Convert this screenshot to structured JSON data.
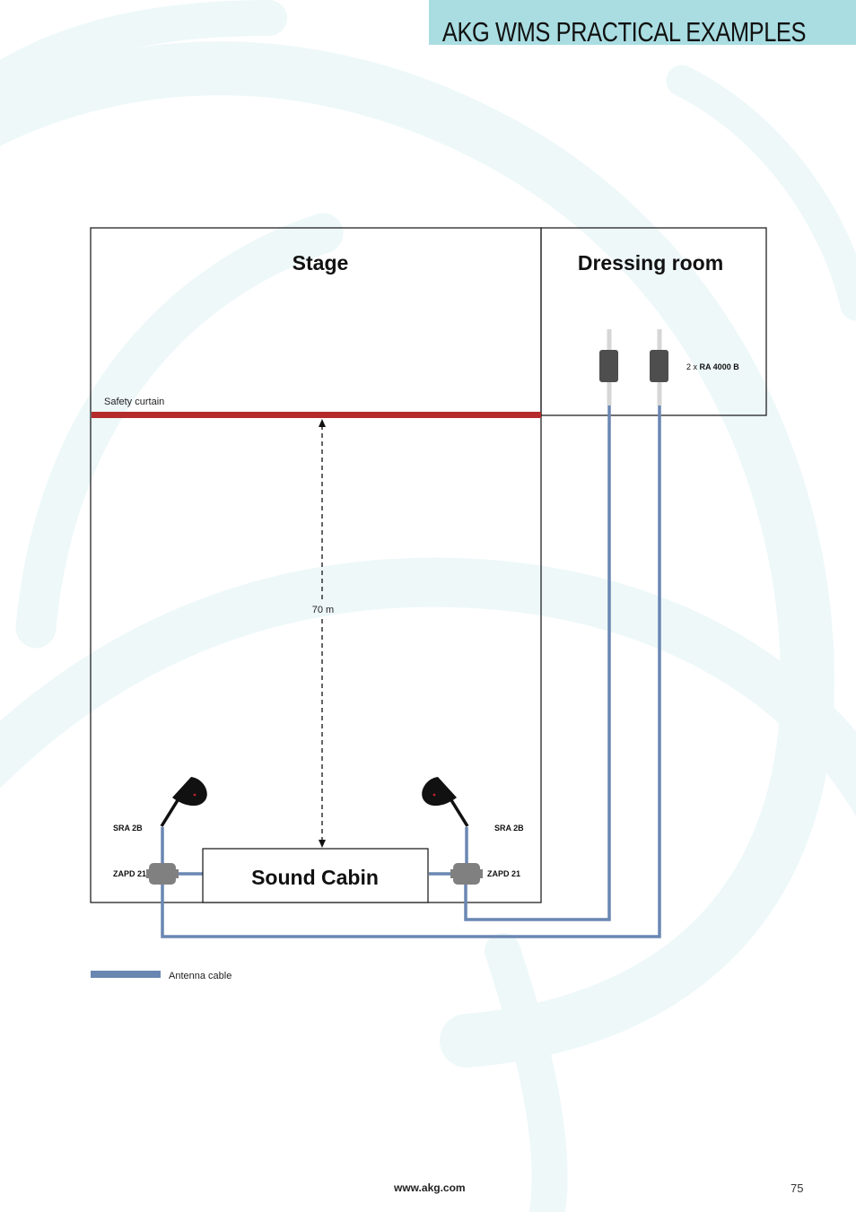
{
  "header": {
    "title": "AKG WMS PRACTICAL EXAMPLES"
  },
  "diagram": {
    "stage_label": "Stage",
    "dressing_room_label": "Dressing room",
    "safety_curtain_label": "Safety curtain",
    "distance_label": "70 m",
    "sound_cabin_label": "Sound Cabin",
    "antenna_left_label": "SRA 2B",
    "antenna_right_label": "SRA 2B",
    "splitter_left_label": "ZAPD 21",
    "splitter_right_label": "ZAPD 21",
    "ra_label_prefix": "2 x ",
    "ra_label_model": "RA 4000 B",
    "legend_label": "Antenna cable"
  },
  "colors": {
    "header_band": "#a9dde2",
    "safety_curtain": "#b52b2b",
    "antenna_cable": "#6a87b2",
    "device": "#808080",
    "amplifier": "#4e4e4e"
  },
  "footer": {
    "url": "www.akg.com",
    "page_number": "75"
  }
}
